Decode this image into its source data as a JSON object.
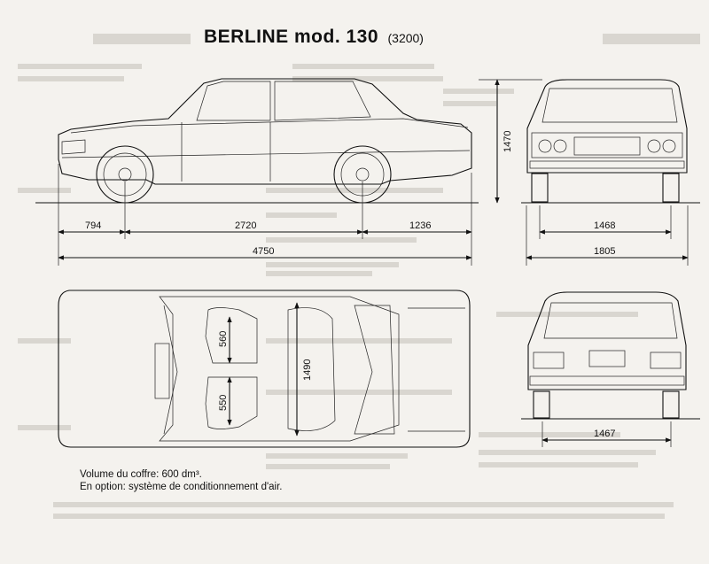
{
  "title": {
    "main": "BERLINE mod. 130",
    "code": "(3200)"
  },
  "side_view": {
    "dims": {
      "front_overhang": "794",
      "wheelbase": "2720",
      "rear_overhang": "1236",
      "length": "4750"
    }
  },
  "front_view": {
    "dims": {
      "height": "1470",
      "front_track": "1468",
      "width": "1805"
    }
  },
  "rear_view": {
    "dims": {
      "rear_track": "1467"
    }
  },
  "top_view": {
    "dims": {
      "front_seat": "560",
      "rear_seat": "550",
      "interior_width": "1490"
    }
  },
  "notes": {
    "line1": "Volume du coffre: 600 dm³.",
    "line2": "En option: système de conditionnement d'air."
  }
}
